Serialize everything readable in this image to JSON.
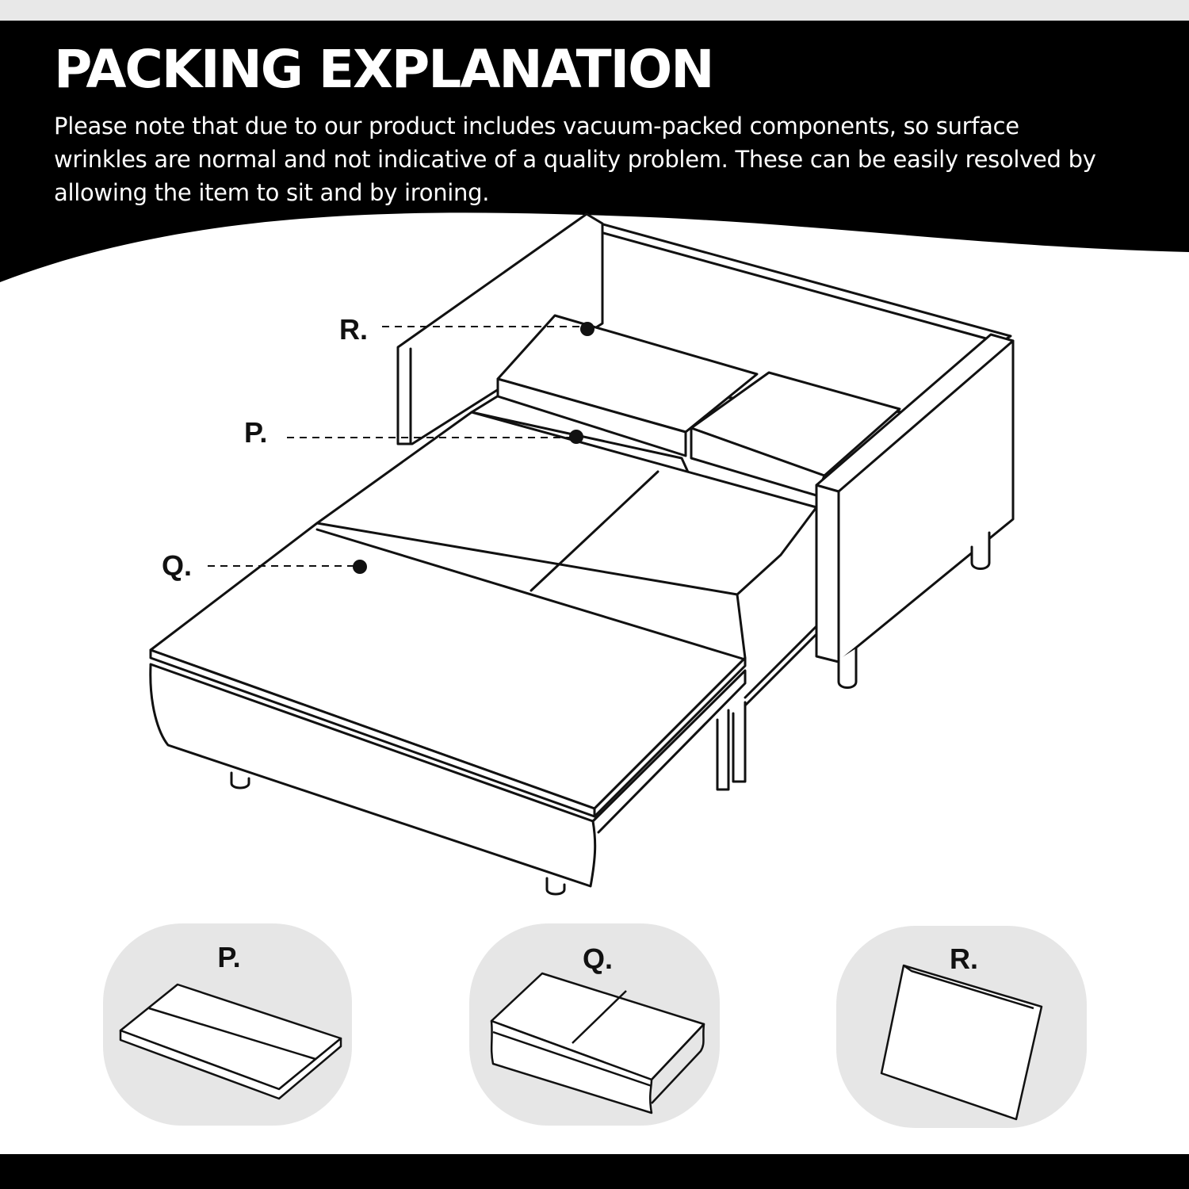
{
  "header": {
    "title": "PACKING EXPLANATION",
    "note": "Please note that due to our product includes vacuum-packed components, so surface wrinkles are normal and not indicative of a quality problem. These can be easily resolved by allowing the item to sit and by ironing."
  },
  "diagram": {
    "callouts": [
      {
        "id": "R",
        "label": "R."
      },
      {
        "id": "P",
        "label": "P."
      },
      {
        "id": "Q",
        "label": "Q."
      }
    ]
  },
  "components": [
    {
      "id": "P",
      "label": "P."
    },
    {
      "id": "Q",
      "label": "Q."
    },
    {
      "id": "R",
      "label": "R."
    }
  ],
  "colors": {
    "header_background": "#000000",
    "card_background": "#e6e6e6",
    "line": "#111111"
  }
}
